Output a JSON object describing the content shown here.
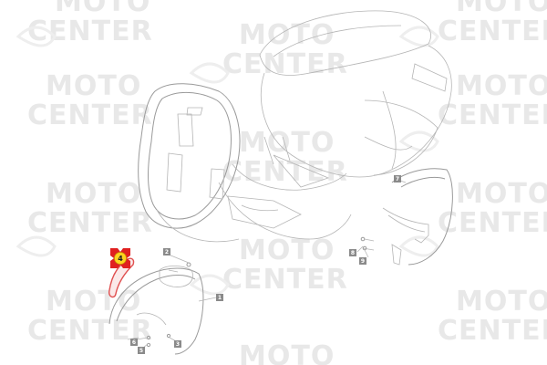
{
  "watermark": {
    "line1": "MOTO",
    "line2": "CENTER",
    "color": "#e8e8e8"
  },
  "parts": [
    {
      "id": "part-1",
      "label": "1"
    },
    {
      "id": "part-2",
      "label": "2"
    },
    {
      "id": "part-3",
      "label": "3"
    },
    {
      "id": "part-5",
      "label": "5"
    },
    {
      "id": "part-6",
      "label": "6"
    },
    {
      "id": "part-7",
      "label": "7"
    },
    {
      "id": "part-8",
      "label": "8"
    },
    {
      "id": "part-9",
      "label": "9"
    }
  ],
  "highlight": {
    "label": "4",
    "outline_color": "#e05050",
    "marker_color": "#e02020",
    "marker_fill": "#ffd21f"
  }
}
